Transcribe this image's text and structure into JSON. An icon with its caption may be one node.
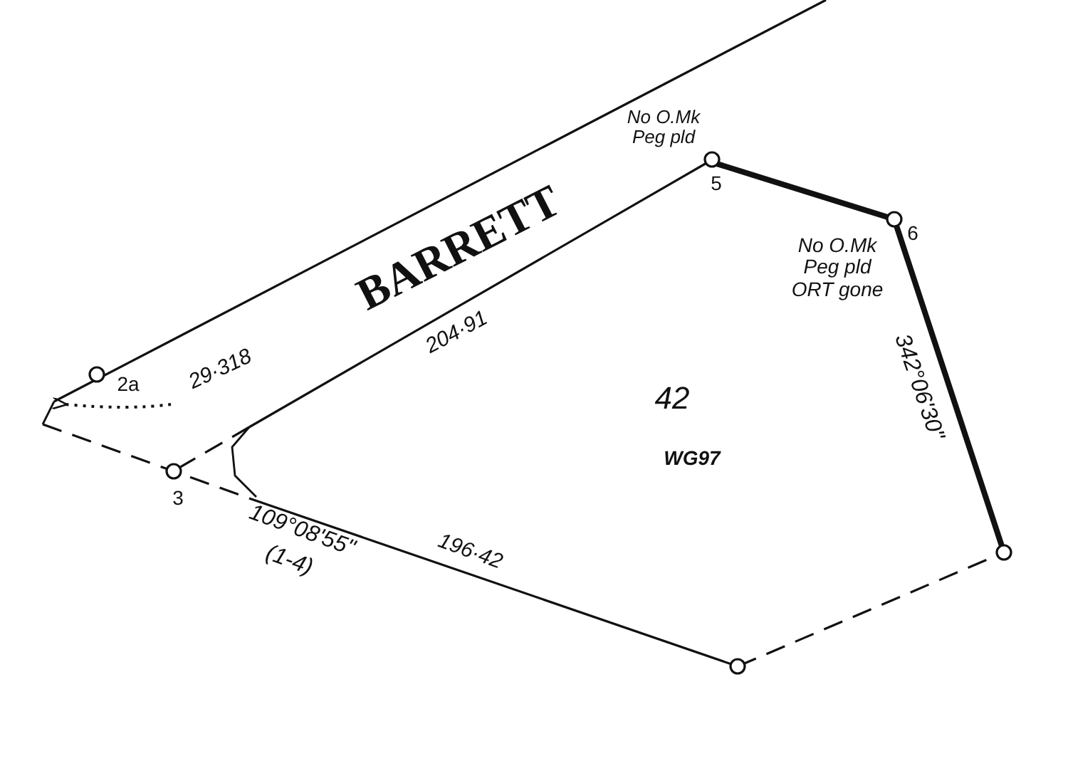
{
  "diagram": {
    "labels": [
      "BARRETT",
      "No O.Mk Peg pld",
      "5",
      "6",
      "No O.Mk Peg pld ORT gone",
      "2a",
      "29·318",
      "204·91",
      "42",
      "342°06'30\"",
      "3",
      "WG97",
      "109°08'55\"",
      "(1-4)",
      "196·42"
    ]
  }
}
